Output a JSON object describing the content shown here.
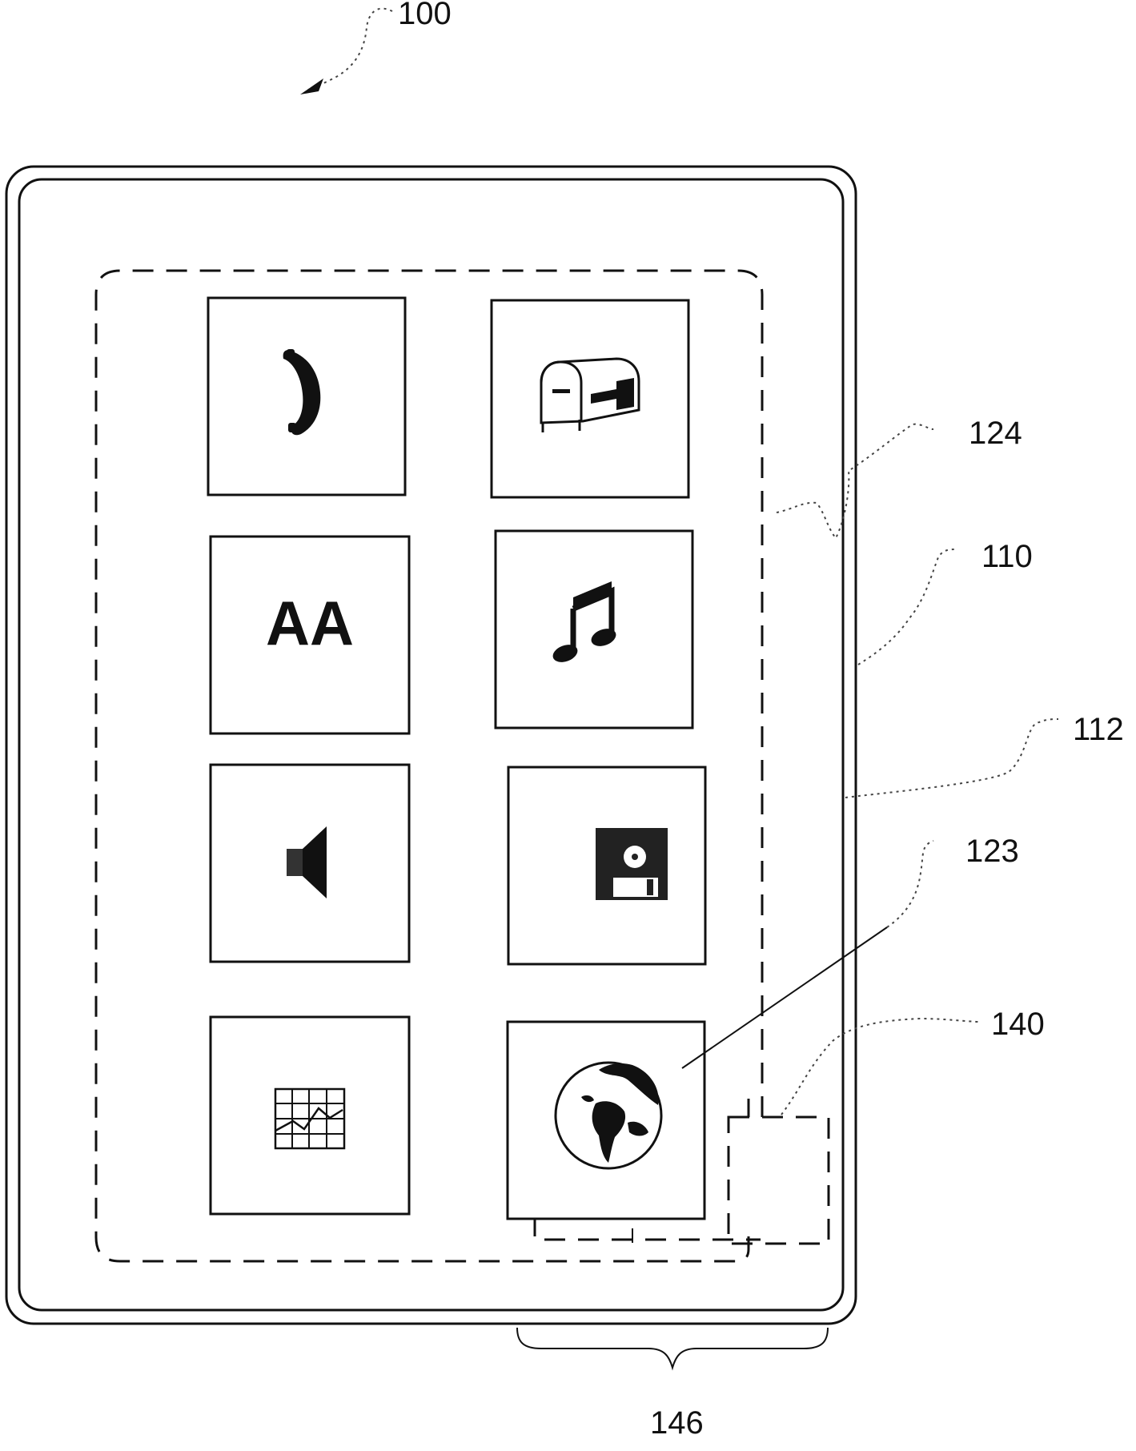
{
  "figure": {
    "labels": {
      "device": "100",
      "touch_region": "124",
      "device_body": "110",
      "screen": "112",
      "icon": "123",
      "empty_region": "140",
      "region_group": "146"
    },
    "icons": [
      {
        "name": "phone-icon"
      },
      {
        "name": "mailbox-icon"
      },
      {
        "name": "font-icon",
        "text": "AA"
      },
      {
        "name": "music-note-icon"
      },
      {
        "name": "speaker-icon"
      },
      {
        "name": "floppy-disk-icon"
      },
      {
        "name": "chart-icon"
      },
      {
        "name": "globe-icon"
      }
    ]
  }
}
